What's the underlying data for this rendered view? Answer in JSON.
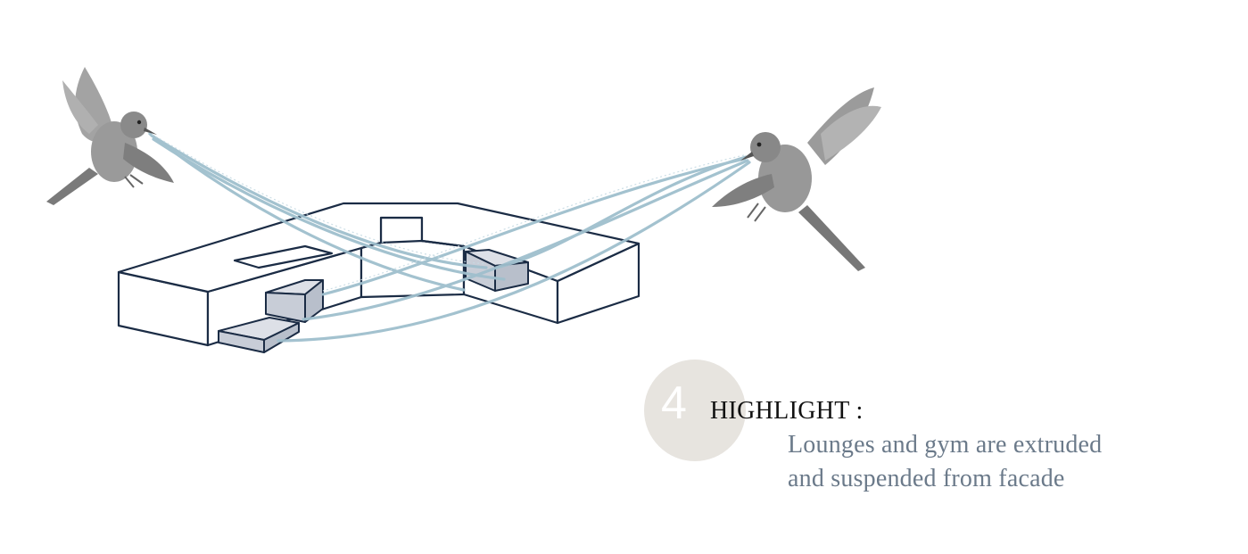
{
  "step": {
    "number": "4"
  },
  "highlight": {
    "title": "HIGHLIGHT :",
    "lines": [
      "Lounges and gym are extruded",
      "and suspended from facade"
    ]
  },
  "colors": {
    "building_outline": "#1b2c45",
    "volume_fill": "#cfd3dc",
    "ribbon": "#9fbfcd",
    "bird": "#8f8f8f",
    "circle": "#e7e4df",
    "body_text": "#6b7a8a"
  },
  "icons": {
    "left_bird": "hummingbird-icon",
    "right_bird": "hummingbird-icon"
  }
}
